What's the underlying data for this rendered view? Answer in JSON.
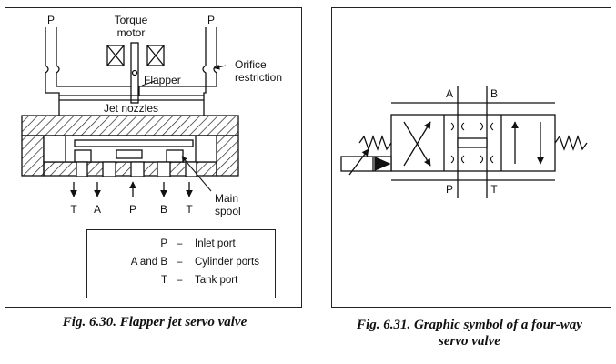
{
  "fig630": {
    "labels": {
      "p_left": "P",
      "p_right": "P",
      "torque_motor_1": "Torque",
      "torque_motor_2": "motor",
      "flapper": "Flapper",
      "orifice_1": "Orifice",
      "orifice_2": "restriction",
      "jet_nozzles": "Jet nozzles",
      "main_spool_1": "Main",
      "main_spool_2": "spool"
    },
    "ports": [
      "T",
      "A",
      "P",
      "B",
      "T"
    ],
    "legend": [
      {
        "key": "P",
        "dash": "–",
        "desc": "Inlet port"
      },
      {
        "key": "A and B",
        "dash": "–",
        "desc": "Cylinder ports"
      },
      {
        "key": "T",
        "dash": "–",
        "desc": "Tank port"
      }
    ],
    "caption": "Fig. 6.30. Flapper jet servo valve"
  },
  "fig631": {
    "labels": {
      "a": "A",
      "b": "B",
      "p": "P",
      "t": "T"
    },
    "caption_line1": "Fig. 6.31. Graphic symbol of a four-way",
    "caption_line2": "servo valve"
  }
}
